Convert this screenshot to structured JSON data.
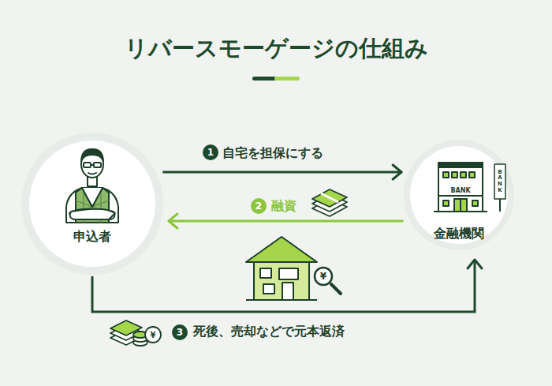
{
  "diagram": {
    "title": "リバースモーゲージの仕組み",
    "nodes": [
      {
        "text": [
          "申込者"
        ]
      },
      {
        "text": [
          "金融機関"
        ]
      }
    ],
    "edges": [
      {
        "from": 0,
        "to": 1,
        "arrow": "to",
        "label": "自宅を担保にする"
      },
      {
        "from": 1,
        "to": 0,
        "arrow": "to",
        "label": "融資"
      },
      {
        "from": 0,
        "to": 1,
        "arrow": "to",
        "label": "死後、売却などで元本返済"
      }
    ],
    "labels": [
      "1",
      "2",
      "3",
      "BANK",
      "BANK",
      "¥",
      "¥"
    ]
  }
}
